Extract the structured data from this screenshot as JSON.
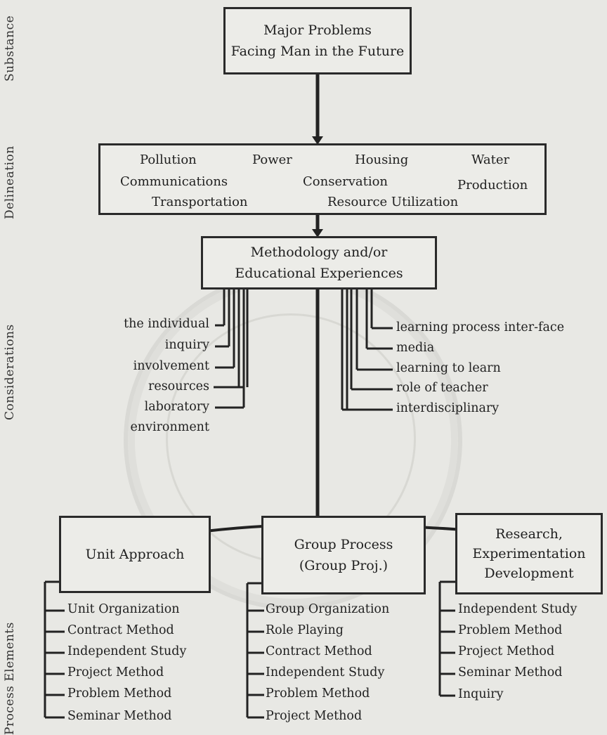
{
  "side_labels": {
    "substance": "Substance",
    "delineation": "Delineation",
    "considerations": "Considerations",
    "process_elements": "Process Elements"
  },
  "substance_box": {
    "line1": "Major Problems",
    "line2": "Facing Man in the Future"
  },
  "delineation": {
    "pollution": "Pollution",
    "power": "Power",
    "housing": "Housing",
    "water": "Water",
    "communications": "Communications",
    "conservation": "Conservation",
    "production": "Production",
    "transportation": "Transportation",
    "resource_utilization": "Resource Utilization"
  },
  "methodology_box": {
    "line1": "Methodology and/or",
    "line2": "Educational Experiences"
  },
  "considerations_left": [
    "the individual",
    "inquiry",
    "involvement",
    "resources",
    "laboratory",
    "environment"
  ],
  "considerations_right": [
    "learning process inter-face",
    "media",
    "learning to learn",
    "role of teacher",
    "interdisciplinary"
  ],
  "process_boxes": {
    "unit": {
      "line1": "Unit Approach"
    },
    "group": {
      "line1": "Group Process",
      "line2": "(Group Proj.)"
    },
    "research": {
      "line1": "Research,",
      "line2": "Experimentation",
      "line3": "Development"
    }
  },
  "unit_items": [
    "Unit Organization",
    "Contract Method",
    "Independent Study",
    "Project Method",
    "Problem Method",
    "Seminar Method"
  ],
  "group_items": [
    "Group Organization",
    "Role Playing",
    "Contract Method",
    "Independent Study",
    "Problem Method",
    "Project Method"
  ],
  "research_items": [
    "Independent Study",
    "Problem Method",
    "Project Method",
    "Seminar Method",
    "Inquiry"
  ]
}
